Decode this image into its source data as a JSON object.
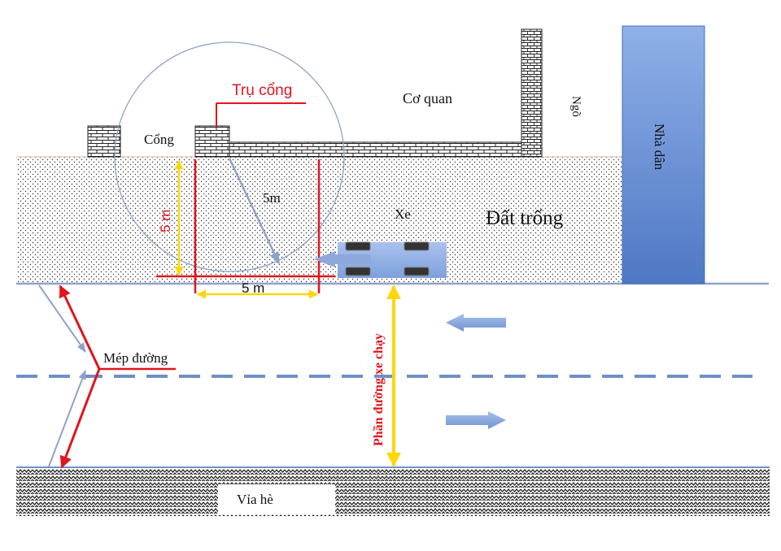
{
  "labels": {
    "gate_post": "Trụ cổng",
    "office": "Cơ quan",
    "gate": "Cổng",
    "alley": "Ngõ",
    "house": "Nhà dân",
    "radius": "5m",
    "vehicle": "Xe",
    "empty_land": "Đất trống",
    "dim_vertical": "5 m",
    "dim_horizontal": "5 m",
    "road_edge": "Mép đường",
    "carriageway": "Phần đường xe chạy",
    "sidewalk": "Vỉa hè"
  },
  "colors": {
    "annotation_red": "#e2141c",
    "dimension_yellow": "#ffd60a",
    "house_blue": "#5b82cc",
    "arrow_blue": "#7d9fd8",
    "line_blue": "#8fa3c8",
    "road_center_line": "#6f8fc6"
  },
  "icons": {
    "left_traffic_arrow": "arrow-left-icon",
    "right_traffic_arrow": "arrow-right-icon"
  }
}
